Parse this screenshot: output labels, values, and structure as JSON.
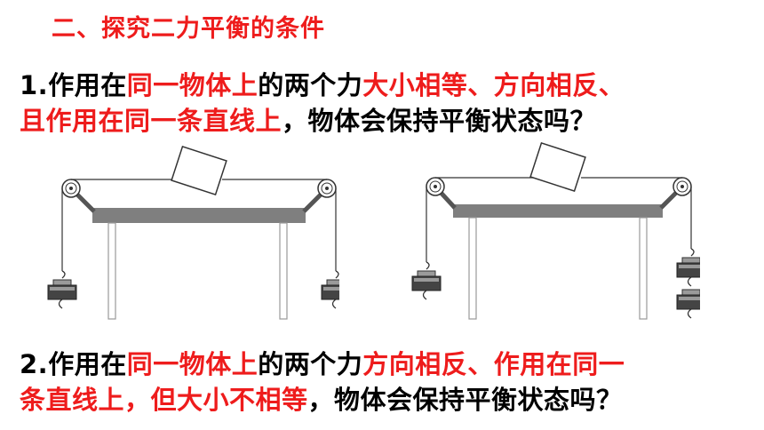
{
  "section_title": "二、探究二力平衡的条件",
  "question1": {
    "line1": [
      {
        "text": "1.作用在",
        "color": "black"
      },
      {
        "text": "同一物体上",
        "color": "red"
      },
      {
        "text": "的两个力",
        "color": "black"
      },
      {
        "text": "大小相等、方向相反、",
        "color": "red"
      }
    ],
    "line2": [
      {
        "text": "且作用在同一条直线上",
        "color": "red"
      },
      {
        "text": "，物体会保持平衡状态吗？",
        "color": "black"
      }
    ]
  },
  "question2": {
    "line1": [
      {
        "text": "2.作用在",
        "color": "black"
      },
      {
        "text": "同一物体上",
        "color": "red"
      },
      {
        "text": "的两个力",
        "color": "black"
      },
      {
        "text": "方向相反、作用在同一",
        "color": "red"
      }
    ],
    "line2": [
      {
        "text": "条直线上，但大小不相等",
        "color": "red"
      },
      {
        "text": "，物体会保持平衡状态吗？",
        "color": "black"
      }
    ]
  },
  "figures": {
    "left": {
      "weights_left": 1,
      "weights_right": 1
    },
    "right": {
      "weights_left": 1,
      "weights_right": 2
    }
  },
  "colors": {
    "accent": "#ee1c1c",
    "text": "#000000",
    "table": "#7f7f7f"
  }
}
